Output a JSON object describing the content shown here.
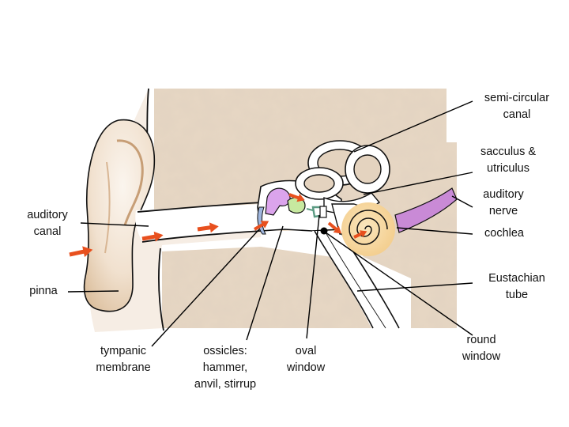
{
  "labels": {
    "auditory_canal": [
      "auditory",
      "canal"
    ],
    "pinna": [
      "pinna"
    ],
    "tympanic_membrane": [
      "tympanic",
      "membrane"
    ],
    "ossicles": [
      "ossicles:",
      "hammer,",
      "anvil, stirrup"
    ],
    "oval_window": [
      "oval",
      "window"
    ],
    "semi_circular_canal": [
      "semi-circular",
      "canal"
    ],
    "sacculus_utriculus": [
      "sacculus &",
      "utriculus"
    ],
    "auditory_nerve": [
      "auditory",
      "nerve"
    ],
    "cochlea": [
      "cochlea"
    ],
    "eustachian_tube": [
      "Eustachian",
      "tube"
    ],
    "round_window": [
      "round",
      "window"
    ]
  },
  "colors": {
    "bone": "#e7d9c8",
    "skin": "#f2e6da",
    "skin_shade": "#dcc0a0",
    "arrow": "#e8501e",
    "cochlea": "#f6d79c",
    "nerve": "#c98ad6",
    "hammer": "#dba4ec",
    "anvil": "#c7e9a0",
    "stirrup": "#5a9a82",
    "eardrum": "#9fb6de",
    "line": "#000000"
  },
  "icons": [
    "sound-arrow-icon"
  ]
}
